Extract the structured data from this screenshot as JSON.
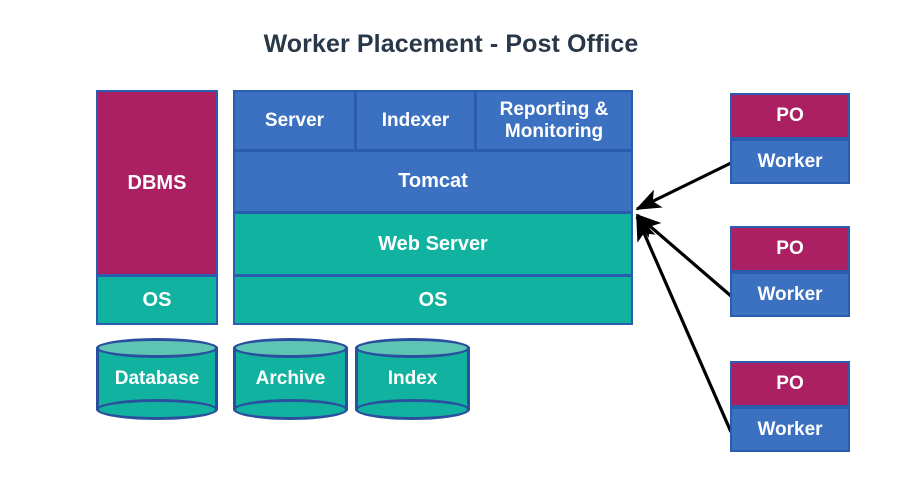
{
  "title": "Worker Placement - Post Office",
  "colors": {
    "magenta": "#ab2063",
    "blue": "#3b71c0",
    "teal": "#11b2a0",
    "teal_light": "#5ec4b4",
    "border": "#2a5cb0",
    "cylinder_border": "#2a4f9e",
    "title_text": "#283848",
    "box_text": "#ffffff",
    "arrow": "#000000",
    "background": "#ffffff"
  },
  "db_stack": {
    "dbms": "DBMS",
    "os": "OS"
  },
  "app_stack": {
    "top_row": [
      {
        "label": "Server"
      },
      {
        "label": "Indexer"
      },
      {
        "label": "Reporting &\nMonitoring"
      }
    ],
    "tomcat": "Tomcat",
    "web_server": "Web Server",
    "os": "OS"
  },
  "storage": [
    {
      "label": "Database"
    },
    {
      "label": "Archive"
    },
    {
      "label": "Index"
    }
  ],
  "workers": [
    {
      "po": "PO",
      "worker": "Worker"
    },
    {
      "po": "PO",
      "worker": "Worker"
    },
    {
      "po": "PO",
      "worker": "Worker"
    }
  ],
  "arrows": [
    {
      "from": "worker-1",
      "to": "web-server-stack"
    },
    {
      "from": "worker-2",
      "to": "web-server-stack"
    },
    {
      "from": "worker-3",
      "to": "web-server-stack"
    }
  ]
}
